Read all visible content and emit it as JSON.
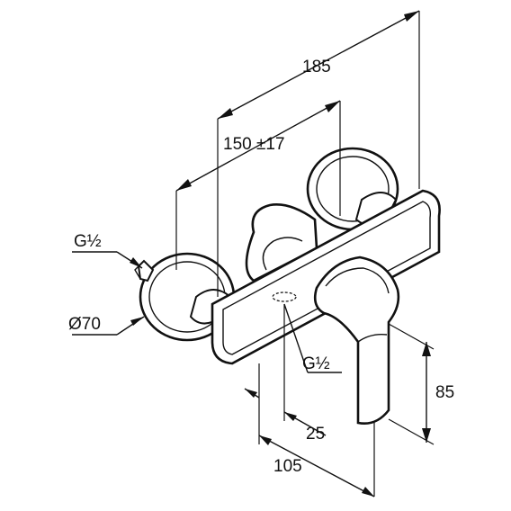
{
  "dimensions": {
    "overall_width": "185",
    "center_distance": "150 ±17",
    "thread_left": "G½",
    "flange_diameter": "Ø70",
    "thread_bottom": "G½",
    "height": "85",
    "offset": "25",
    "depth": "105"
  }
}
